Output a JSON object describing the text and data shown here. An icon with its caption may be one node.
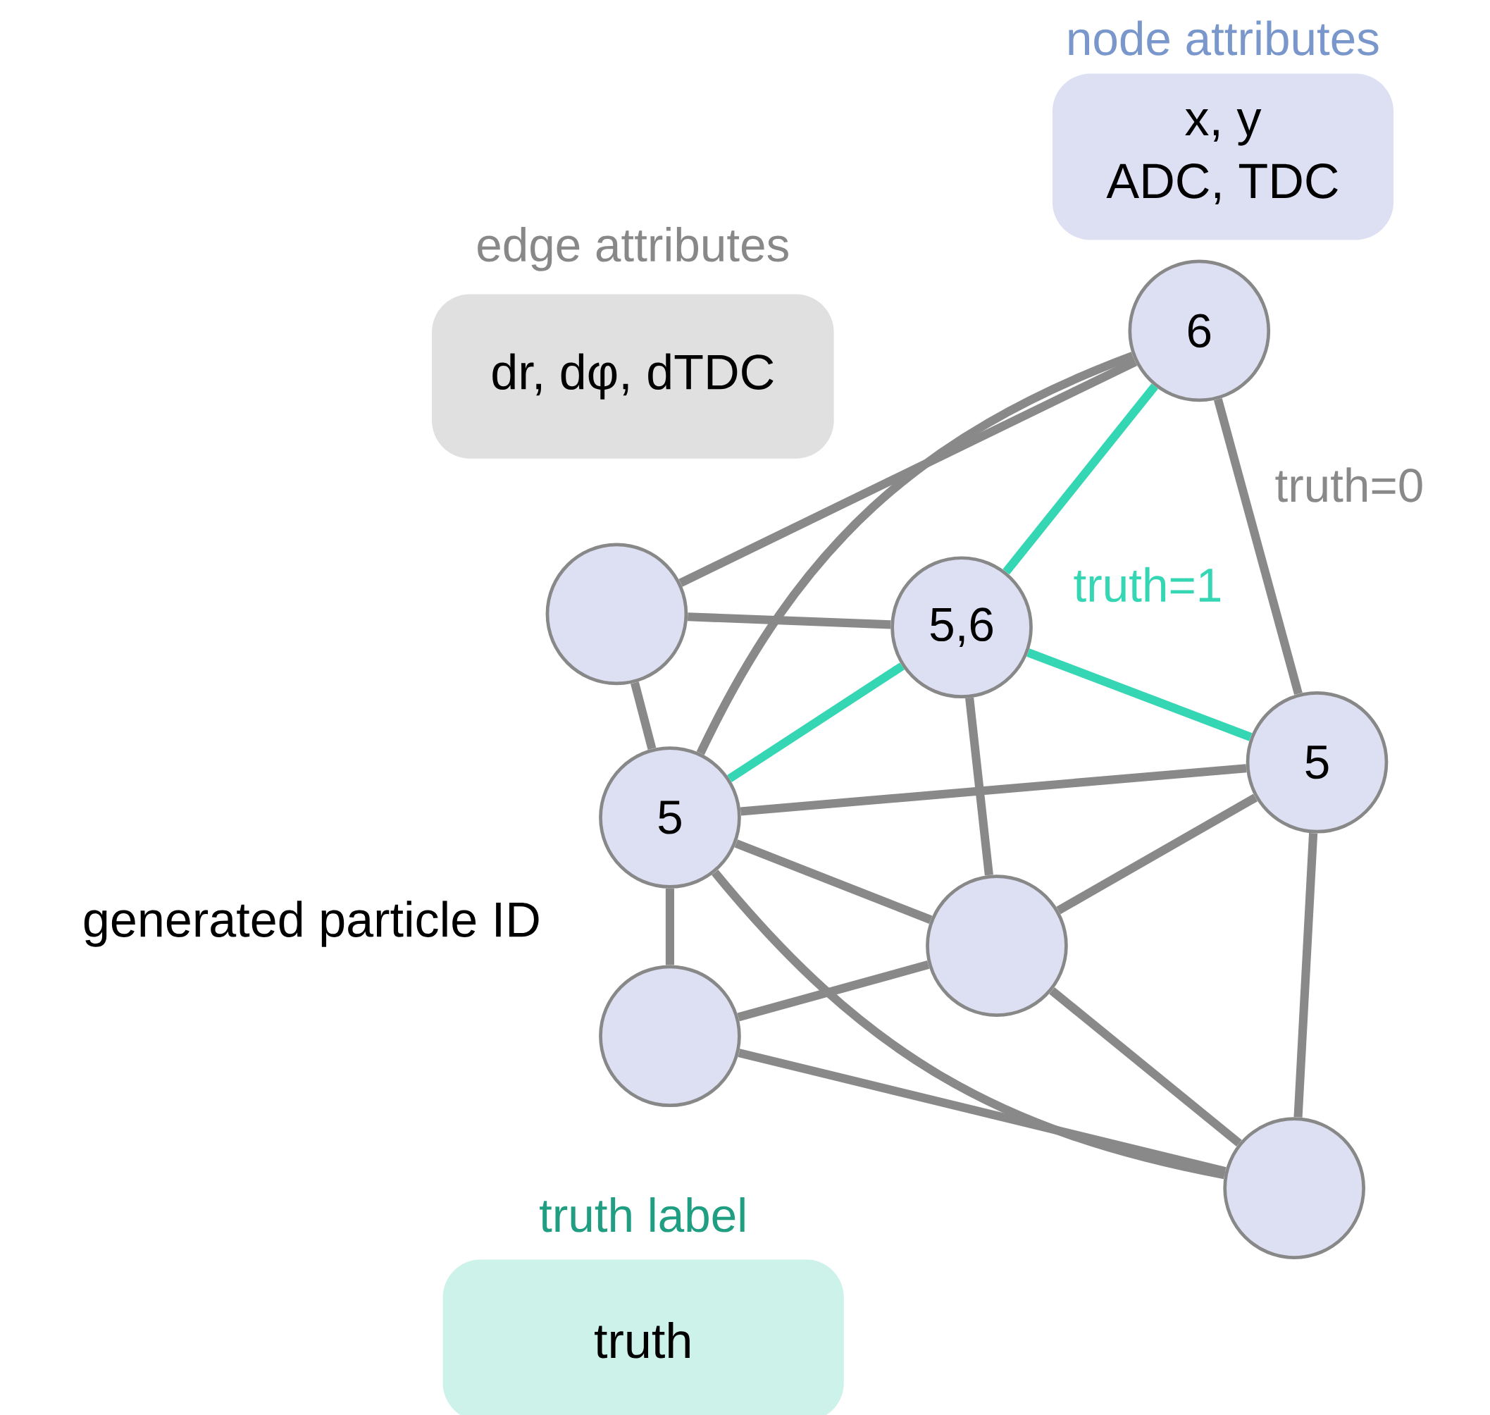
{
  "diagram": {
    "nodes": [
      {
        "text": [
          "node attributes",
          "x, y",
          "ADC, TDC"
        ]
      },
      {
        "text": [
          "edge attributes",
          "dr, dφ, dTDC"
        ]
      },
      {
        "text": [
          "6"
        ]
      },
      {
        "text": [],
        "shape": "circle"
      },
      {
        "text": [
          "5,6"
        ]
      },
      {
        "text": [
          "5"
        ]
      },
      {
        "text": [
          "5"
        ]
      },
      {
        "text": [],
        "shape": "circle"
      },
      {
        "text": [],
        "shape": "circle"
      },
      {
        "text": [],
        "shape": "circle"
      },
      {
        "text": [
          "truth label",
          "truth"
        ]
      }
    ],
    "edges": [
      {
        "from": 2,
        "to": 3,
        "arrow": "none"
      },
      {
        "from": 2,
        "to": 6,
        "arrow": "none"
      },
      {
        "from": 2,
        "to": 4,
        "arrow": "none",
        "color": "#35d6b4",
        "label": "truth=1"
      },
      {
        "from": 2,
        "to": 5,
        "arrow": "none",
        "label": "truth=0"
      },
      {
        "from": 3,
        "to": 4,
        "arrow": "none"
      },
      {
        "from": 3,
        "to": 6,
        "arrow": "none"
      },
      {
        "from": 4,
        "to": 6,
        "arrow": "none",
        "color": "#35d6b4"
      },
      {
        "from": 4,
        "to": 5,
        "arrow": "none",
        "color": "#35d6b4"
      },
      {
        "from": 4,
        "to": 7,
        "arrow": "none"
      },
      {
        "from": 6,
        "to": 5,
        "arrow": "none"
      },
      {
        "from": 6,
        "to": 7,
        "arrow": "none"
      },
      {
        "from": 6,
        "to": 8,
        "arrow": "none"
      },
      {
        "from": 6,
        "to": 9,
        "arrow": "none"
      },
      {
        "from": 7,
        "to": 5,
        "arrow": "none"
      },
      {
        "from": 7,
        "to": 8,
        "arrow": "none"
      },
      {
        "from": 7,
        "to": 9,
        "arrow": "none"
      },
      {
        "from": 8,
        "to": 9,
        "arrow": "none"
      },
      {
        "from": 5,
        "to": 9,
        "arrow": "none"
      }
    ],
    "labels": [
      "generated particle ID"
    ]
  }
}
